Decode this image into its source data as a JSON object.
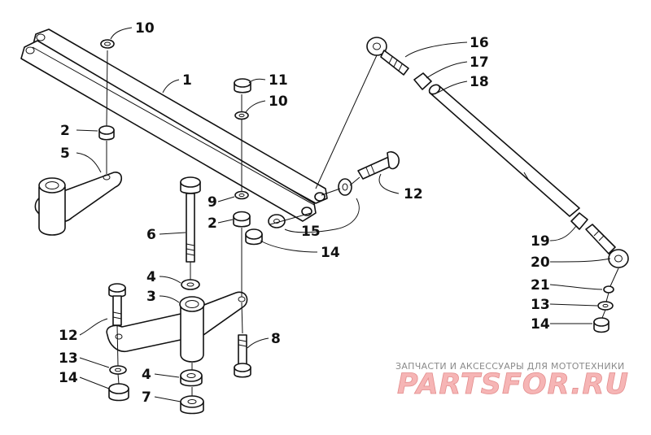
{
  "diagram": {
    "callouts": [
      {
        "id": "c-10a",
        "label": "10"
      },
      {
        "id": "c-1",
        "label": "1"
      },
      {
        "id": "c-11",
        "label": "11"
      },
      {
        "id": "c-10b",
        "label": "10"
      },
      {
        "id": "c-2a",
        "label": "2"
      },
      {
        "id": "c-5",
        "label": "5"
      },
      {
        "id": "c-9",
        "label": "9"
      },
      {
        "id": "c-2b",
        "label": "2"
      },
      {
        "id": "c-6",
        "label": "6"
      },
      {
        "id": "c-4a",
        "label": "4"
      },
      {
        "id": "c-3",
        "label": "3"
      },
      {
        "id": "c-12a",
        "label": "12"
      },
      {
        "id": "c-13a",
        "label": "13"
      },
      {
        "id": "c-14a",
        "label": "14"
      },
      {
        "id": "c-4b",
        "label": "4"
      },
      {
        "id": "c-7",
        "label": "7"
      },
      {
        "id": "c-8",
        "label": "8"
      },
      {
        "id": "c-15",
        "label": "15"
      },
      {
        "id": "c-14b",
        "label": "14"
      },
      {
        "id": "c-12b",
        "label": "12"
      },
      {
        "id": "c-16",
        "label": "16"
      },
      {
        "id": "c-17",
        "label": "17"
      },
      {
        "id": "c-18",
        "label": "18"
      },
      {
        "id": "c-19",
        "label": "19"
      },
      {
        "id": "c-20",
        "label": "20"
      },
      {
        "id": "c-21",
        "label": "21"
      },
      {
        "id": "c-13b",
        "label": "13"
      },
      {
        "id": "c-14c",
        "label": "14"
      }
    ]
  },
  "watermark": {
    "tagline": "ЗАПЧАСТИ И АКСЕССУАРЫ ДЛЯ МОТОТЕХНИКИ",
    "logo": "PARTSFOR.RU"
  }
}
